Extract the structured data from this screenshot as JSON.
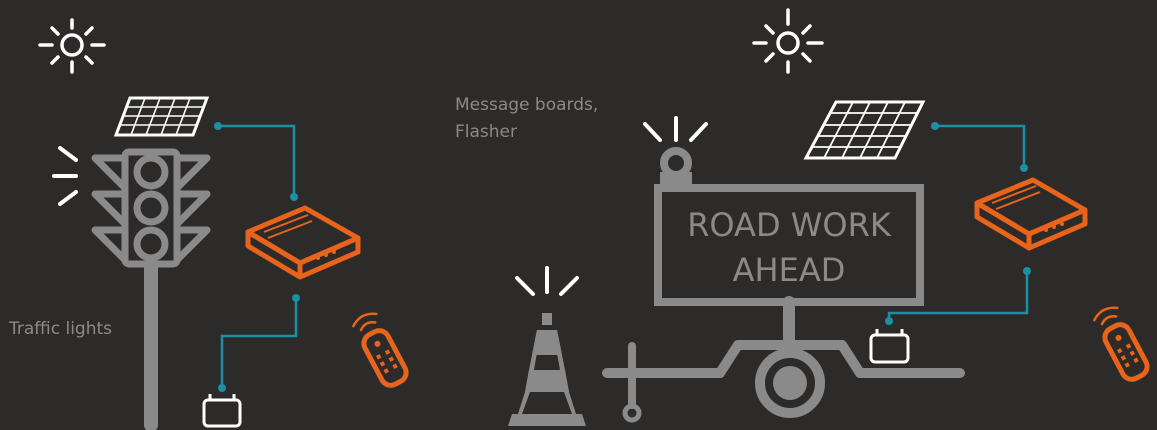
{
  "labels": {
    "traffic_lights": "Traffic lights",
    "message_boards_line1": "Message boards,",
    "message_boards_line2": "Flasher"
  },
  "sign": {
    "line1": "ROAD WORK",
    "line2": "AHEAD"
  },
  "icons": [
    "sun-icon",
    "solar-panel-icon",
    "router-icon",
    "battery-icon",
    "remote-control-icon",
    "traffic-light-icon",
    "traffic-cone-icon",
    "beacon-icon",
    "trailer-icon"
  ],
  "colors": {
    "background": "#2d2b2a",
    "grey": "#8a8a8a",
    "orange": "#e8641b",
    "teal": "#1b8fa3",
    "white": "#ffffff"
  }
}
